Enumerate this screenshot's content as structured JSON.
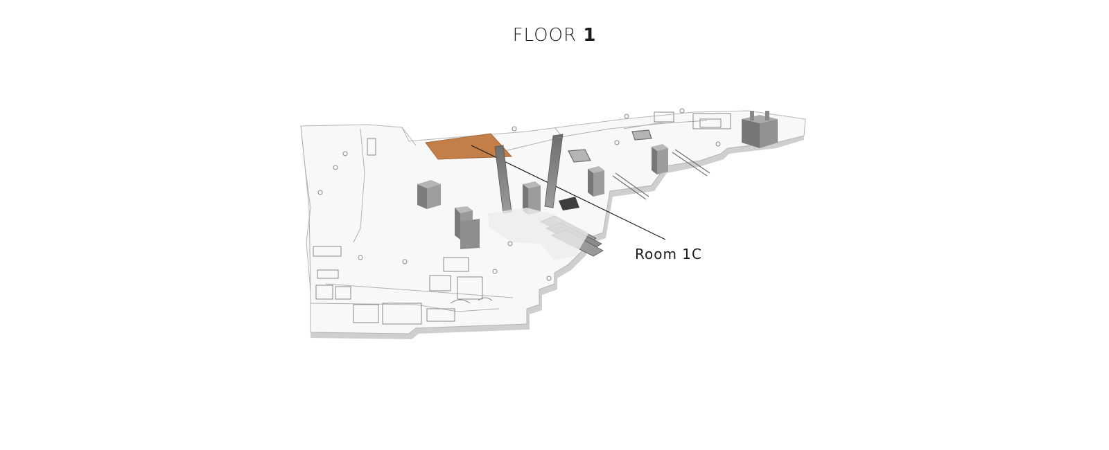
{
  "header": {
    "floor_word": "FLOOR",
    "floor_number": "1"
  },
  "map": {
    "highlighted_room": {
      "label": "Room 1C",
      "color": "#c47f49"
    },
    "floor_color": "#f8f8f8",
    "wall_color": "#8a8a8a",
    "floor_edge_color": "#cfcfcf"
  }
}
